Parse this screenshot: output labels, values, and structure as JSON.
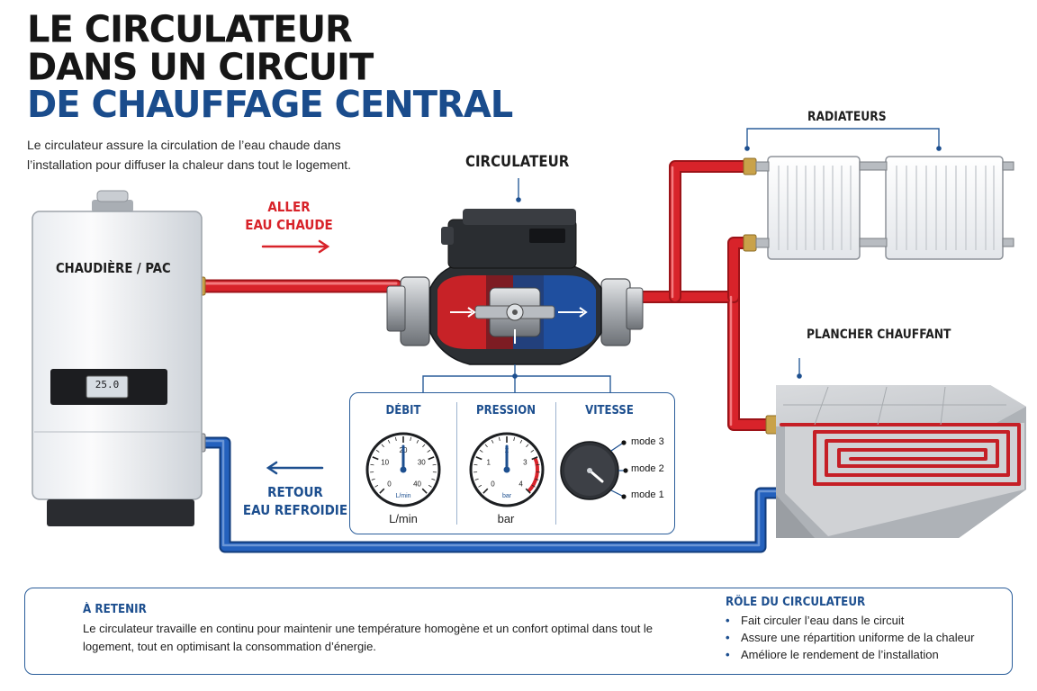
{
  "title": {
    "line1": "LE CIRCULATEUR",
    "line2": "DANS UN CIRCUIT",
    "line3": "DE CHAUFFAGE CENTRAL"
  },
  "intro": "Le circulateur assure la circulation de l’eau chaude dans l’installation pour diffuser la chaleur dans tout le logement.",
  "labels": {
    "circulateur": "CIRCULATEUR",
    "radiateurs": "RADIATEURS",
    "plancher": "PLANCHER CHAUFFANT",
    "chaudiere": "CHAUDIÈRE / PAC",
    "aller_line1": "ALLER",
    "aller_line2": "EAU CHAUDE",
    "retour_line1": "RETOUR",
    "retour_line2": "EAU REFROIDIE"
  },
  "boiler_display": "25.0",
  "gauges": {
    "debit": {
      "title": "DÉBIT",
      "ticks": [
        "0",
        "10",
        "20",
        "30",
        "40"
      ],
      "dial_unit": "L/min",
      "unit": "L/min",
      "value": 20
    },
    "pression": {
      "title": "PRESSION",
      "ticks": [
        "0",
        "1",
        "2",
        "3",
        "4"
      ],
      "dial_unit": "bar",
      "unit": "bar",
      "value": 2
    },
    "vitesse": {
      "title": "VITESSE",
      "modes": [
        "mode 3",
        "mode 2",
        "mode 1"
      ],
      "selected": "mode 1"
    }
  },
  "retenir": {
    "title": "À RETENIR",
    "text": "Le circulateur travaille en continu pour maintenir une température homogène et un confort optimal dans tout le logement, tout en optimisant la consommation d’énergie."
  },
  "role": {
    "title": "RÔLE DU CIRCULATEUR",
    "items": [
      "Fait circuler l’eau dans le circuit",
      "Assure une répartition uniforme de la chaleur",
      "Améliore le rendement de l’installation"
    ]
  },
  "colors": {
    "hot": "#d8232a",
    "cold": "#1f58b0",
    "accent": "#1a4c8c"
  }
}
